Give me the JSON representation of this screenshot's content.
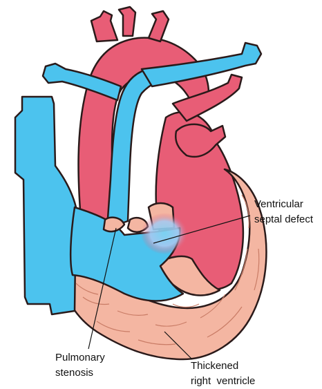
{
  "labels": {
    "vsd_line1": "Ventricular",
    "vsd_line2": "septal defect",
    "ps_line1": "Pulmonary",
    "ps_line2": "stenosis",
    "rv_line1": "Thickened",
    "rv_line2": "right  ventricle"
  },
  "colors": {
    "deoxygenated": "#4cc3ee",
    "oxygenated": "#e85d76",
    "muscle": "#f4b6a2",
    "outline": "#2a1a1a"
  }
}
